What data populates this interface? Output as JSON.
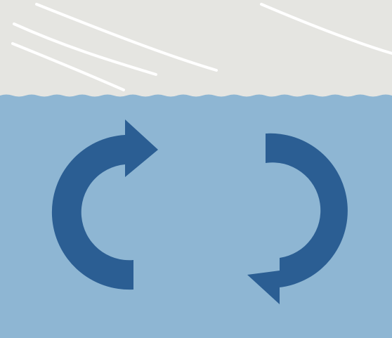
{
  "colors": {
    "sky": "#e5e5e1",
    "wind_streak": "#ffffff",
    "water": "#8eb6d3",
    "arrow": "#2b5e93"
  },
  "diagram": {
    "elements": [
      {
        "name": "wind-streaks",
        "kind": "decorative-lines",
        "count": 4
      },
      {
        "name": "water-surface",
        "kind": "wavy-boundary"
      },
      {
        "name": "left-circulation-arrow",
        "kind": "curved-arrow",
        "direction": "clockwise"
      },
      {
        "name": "right-circulation-arrow",
        "kind": "curved-arrow",
        "direction": "clockwise"
      }
    ]
  }
}
